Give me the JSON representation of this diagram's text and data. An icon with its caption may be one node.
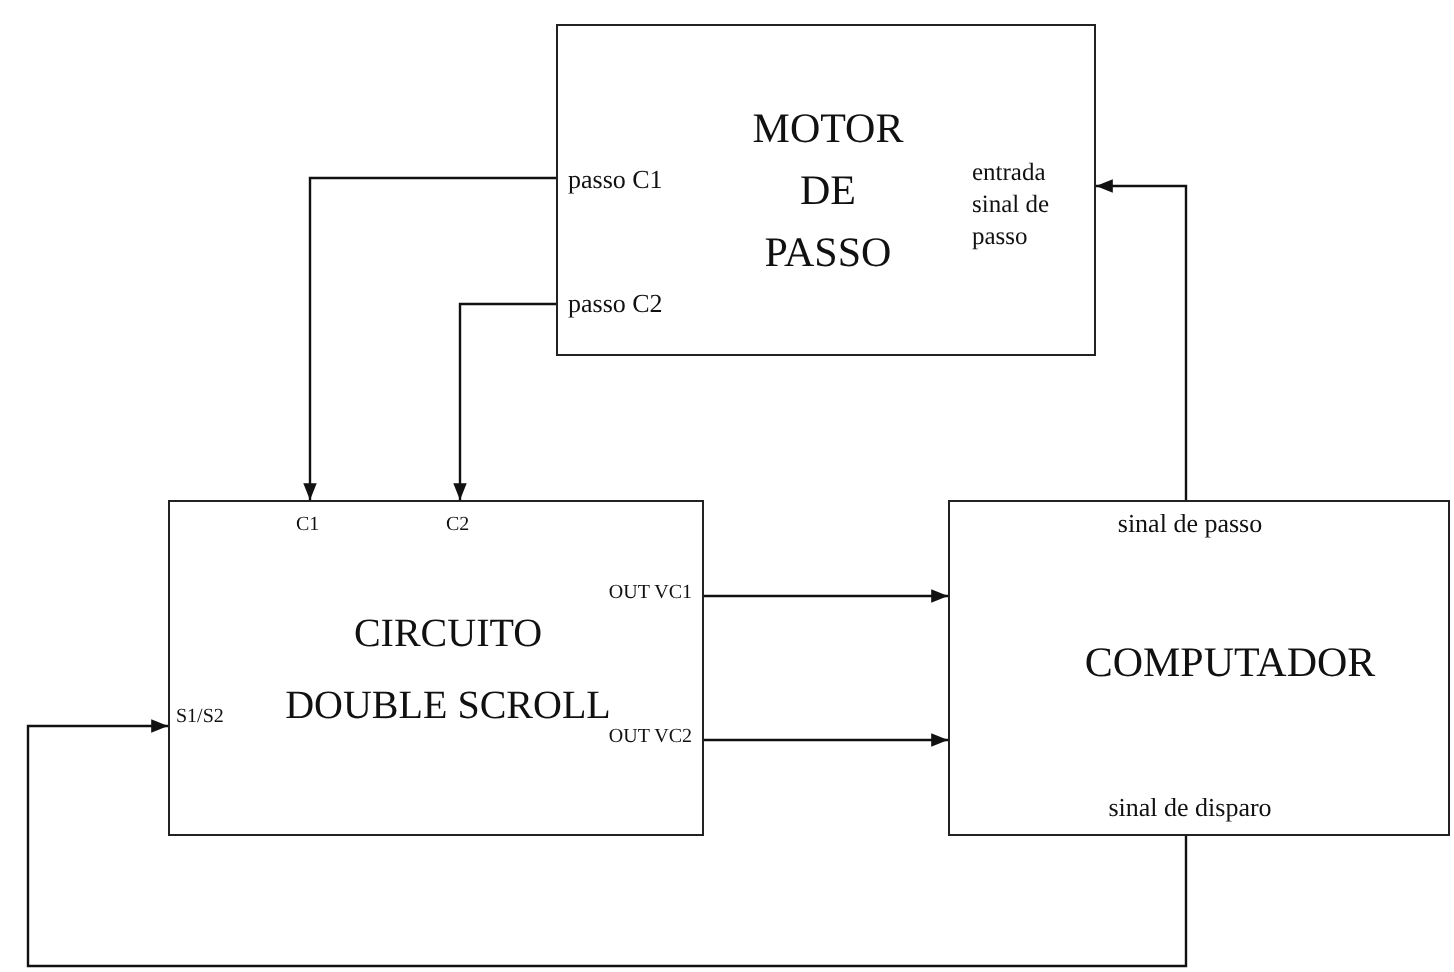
{
  "diagram": {
    "nodes": [
      {
        "text": [
          "MOTOR DE PASSO",
          "passo C1",
          "passo C2",
          "entrada sinal de passo"
        ]
      },
      {
        "text": [
          "C1",
          "C2",
          "OUT VC1",
          "CIRCUITO DOUBLE SCROLL",
          "S1/S2",
          "OUT VC2"
        ]
      },
      {
        "text": [
          "sinal de passo",
          "COMPUTADOR",
          "sinal de disparo"
        ]
      }
    ],
    "edges": [
      {
        "from": 0,
        "to": 1,
        "arrow": "to"
      },
      {
        "from": 0,
        "to": 1,
        "arrow": "to"
      },
      {
        "from": 1,
        "to": 2,
        "arrow": "to"
      },
      {
        "from": 1,
        "to": 2,
        "arrow": "to"
      },
      {
        "from": 2,
        "to": 0,
        "arrow": "to"
      },
      {
        "from": 2,
        "to": 1,
        "arrow": "to"
      }
    ]
  }
}
